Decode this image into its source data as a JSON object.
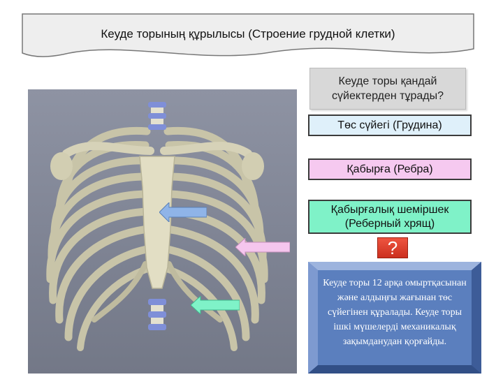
{
  "title": "Кеуде торының құрылысы (Строение грудной клетки)",
  "question": "Кеуде торы қандай сүйектерден тұрады?",
  "options": {
    "sternum": "Төс сүйегі (Грудина)",
    "ribs": "Қабырға (Ребра)",
    "cartilage": "Қабырғалық шеміршек (Реберный хрящ)"
  },
  "help_symbol": "?",
  "info_text": "Кеуде торы 12 арқа омыртқасынан және алдыңғы жағынан төс сүйегінен құралады. Кеуде торы ішкі мүшелерді механикалық зақымданудан қорғайды.",
  "colors": {
    "sternum_arrow": "#8fb4e8",
    "ribs_arrow": "#f5c6ee",
    "cartilage_arrow": "#7ff2c8",
    "info_panel": "#5b7fbe",
    "help_button": "#e0402f"
  },
  "icons": {
    "help": "question-mark-icon",
    "pointer": "arrow-left-icon"
  }
}
